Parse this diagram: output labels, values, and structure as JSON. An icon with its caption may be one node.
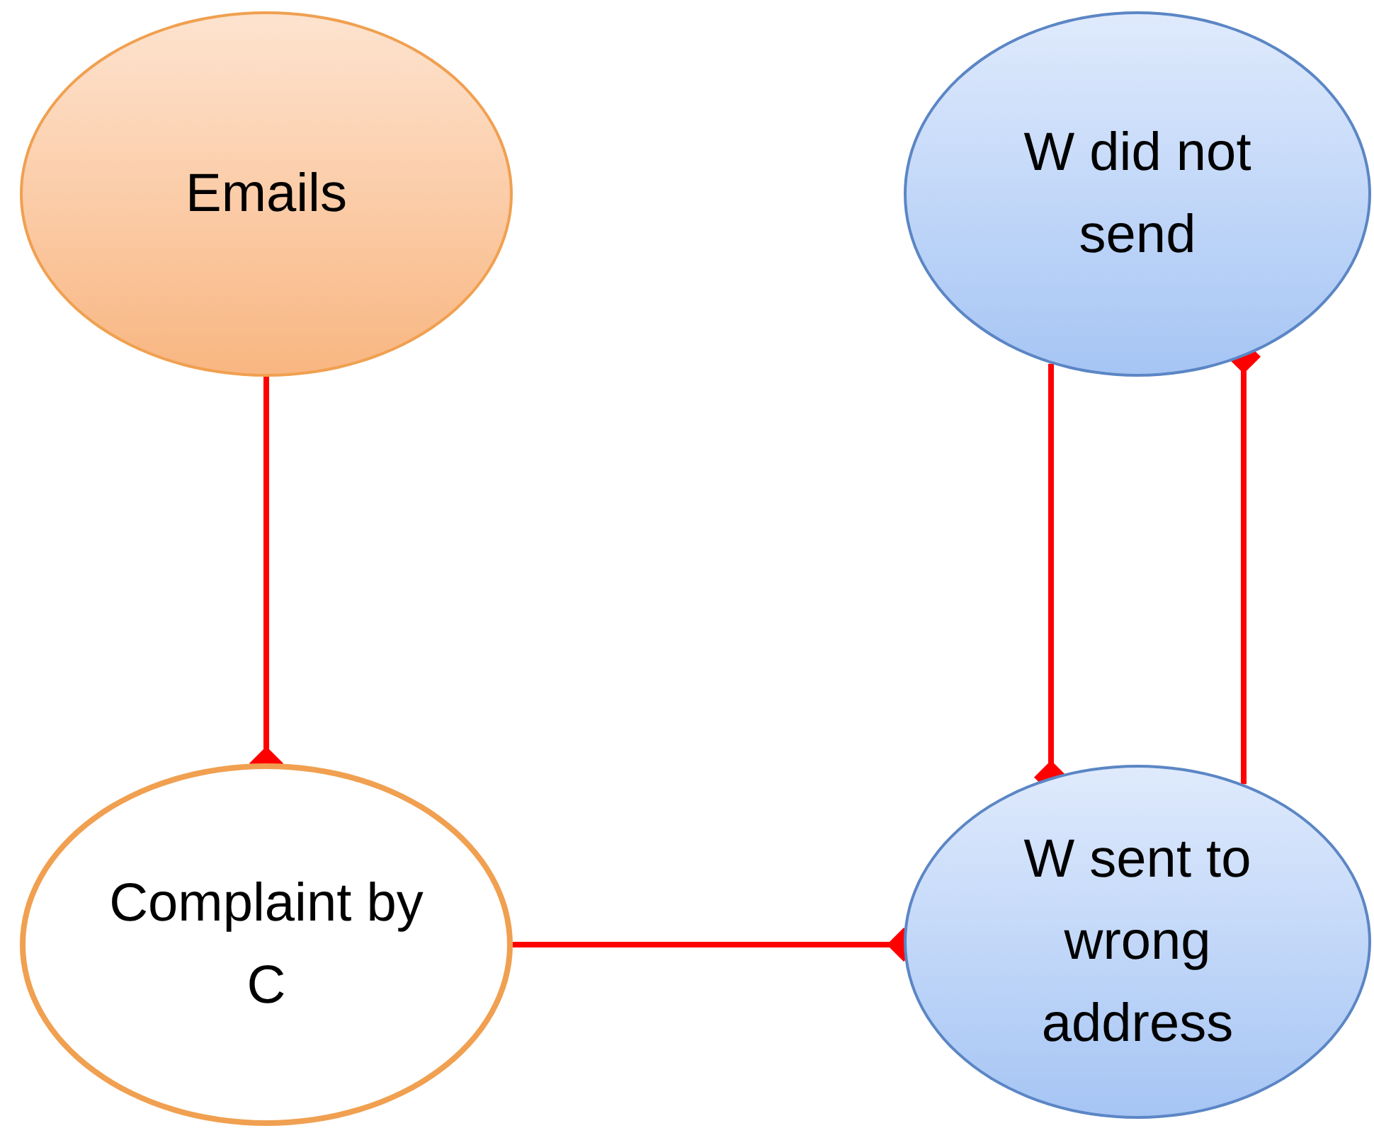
{
  "diagram": {
    "nodes": [
      {
        "text": [
          "Emails"
        ]
      },
      {
        "text": [
          "W did not send"
        ]
      },
      {
        "text": [
          "Complaint by C"
        ]
      },
      {
        "text": [
          "W sent to wrong address"
        ]
      }
    ],
    "edges": [
      {
        "from": 0,
        "to": 2,
        "arrow": "other"
      },
      {
        "from": 1,
        "to": 3,
        "arrow": "other"
      },
      {
        "from": 3,
        "to": 1,
        "arrow": "other"
      },
      {
        "from": 2,
        "to": 3,
        "arrow": "other"
      }
    ]
  }
}
